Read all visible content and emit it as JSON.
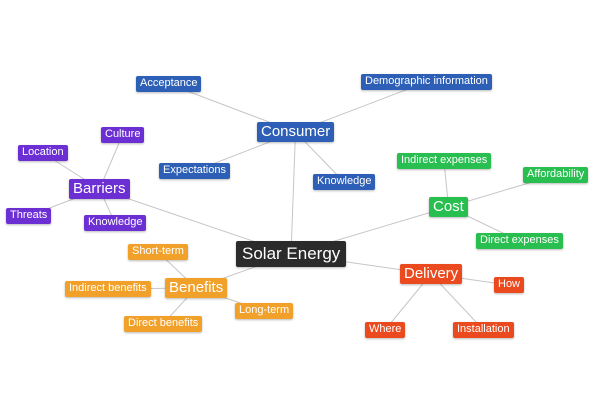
{
  "colors": {
    "blue": "#2d5fb6",
    "purple": "#6b2fd4",
    "green": "#29be50",
    "orange": "#f1a12a",
    "red": "#ea4a1e",
    "root": "#2b2b2b",
    "edge": "#c6c6c6"
  },
  "root": {
    "label": "Solar Energy"
  },
  "branches": {
    "consumer": {
      "label": "Consumer",
      "children": [
        "Acceptance",
        "Demographic information",
        "Expectations",
        "Knowledge"
      ]
    },
    "barriers": {
      "label": "Barriers",
      "children": [
        "Culture",
        "Location",
        "Threats",
        "Knowledge"
      ]
    },
    "cost": {
      "label": "Cost",
      "children": [
        "Indirect expenses",
        "Affordability",
        "Direct expenses"
      ]
    },
    "benefits": {
      "label": "Benefits",
      "children": [
        "Short-term",
        "Indirect benefits",
        "Long-term",
        "Direct benefits"
      ]
    },
    "delivery": {
      "label": "Delivery",
      "children": [
        "How",
        "Where",
        "Installation"
      ]
    }
  }
}
